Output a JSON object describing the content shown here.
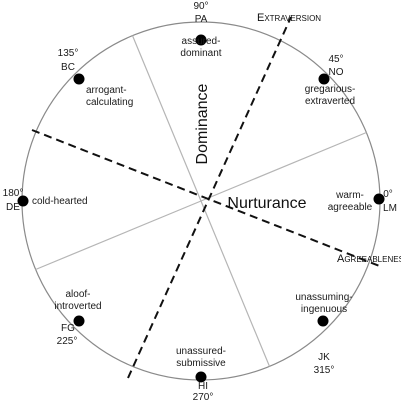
{
  "axes": {
    "dominance": "Dominance",
    "nurturance": "Nurturance",
    "extraversion": "Extraversion",
    "agreeableness": "Agreeableness"
  },
  "octants": [
    {
      "id": "PA",
      "angle": "90°",
      "code": "PA",
      "lines": [
        "assured-",
        "dominant"
      ]
    },
    {
      "id": "NO",
      "angle": "45°",
      "code": "NO",
      "lines": [
        "gregarious-",
        "extraverted"
      ]
    },
    {
      "id": "LM",
      "angle": "0°",
      "code": "LM",
      "lines": [
        "warm-",
        "agreeable"
      ]
    },
    {
      "id": "JK",
      "angle": "315°",
      "code": "JK",
      "lines": [
        "unassuming-",
        "ingenuous"
      ]
    },
    {
      "id": "HI",
      "angle": "270°",
      "code": "HI",
      "lines": [
        "unassured-",
        "submissive"
      ]
    },
    {
      "id": "FG",
      "angle": "225°",
      "code": "FG",
      "lines": [
        "aloof-",
        "introverted"
      ]
    },
    {
      "id": "DE",
      "angle": "180°",
      "code": "DE",
      "lines": [
        "cold-hearted"
      ]
    },
    {
      "id": "BC",
      "angle": "135°",
      "code": "BC",
      "lines": [
        "arrogant-",
        "calculating"
      ]
    }
  ],
  "colors": {
    "circle": "#8a8a8a",
    "spoke": "#b5b5b5",
    "dashed": "#111111",
    "dot": "#000000",
    "text": "#1a1a1a"
  }
}
